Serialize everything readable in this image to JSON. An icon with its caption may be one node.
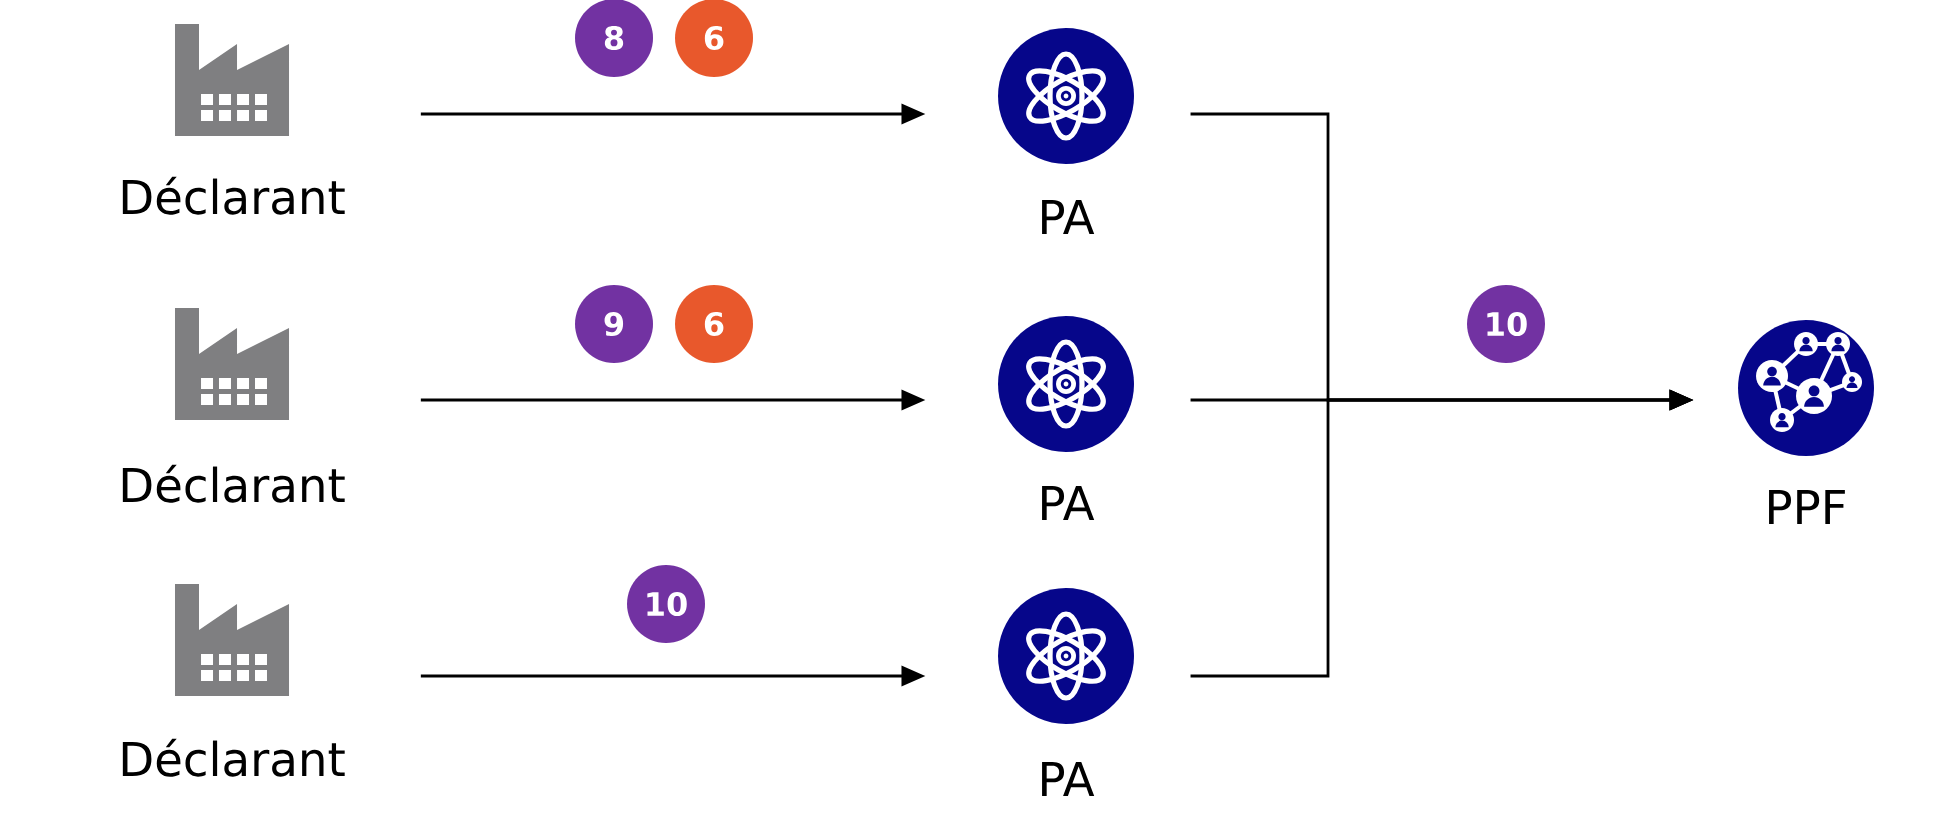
{
  "diagram": {
    "nodes": [
      {
        "text": [
          "Déclarant"
        ]
      },
      {
        "text": [
          "PA"
        ]
      },
      {
        "text": [
          "Déclarant"
        ]
      },
      {
        "text": [
          "PA"
        ]
      },
      {
        "text": [
          "PPF"
        ]
      },
      {
        "text": [
          "Déclarant"
        ]
      },
      {
        "text": [
          "PA"
        ]
      }
    ],
    "edges": [
      {
        "from": 0,
        "to": 1,
        "arrow": "to"
      },
      {
        "from": 2,
        "to": 3,
        "arrow": "to"
      },
      {
        "from": 5,
        "to": 6,
        "arrow": "to"
      },
      {
        "from": 1,
        "to": 4,
        "arrow": "to"
      },
      {
        "from": 3,
        "to": 4,
        "arrow": "to"
      },
      {
        "from": 6,
        "to": 4,
        "arrow": "to"
      }
    ],
    "labels": [
      "8",
      "6",
      "9",
      "6",
      "10",
      "10"
    ]
  }
}
